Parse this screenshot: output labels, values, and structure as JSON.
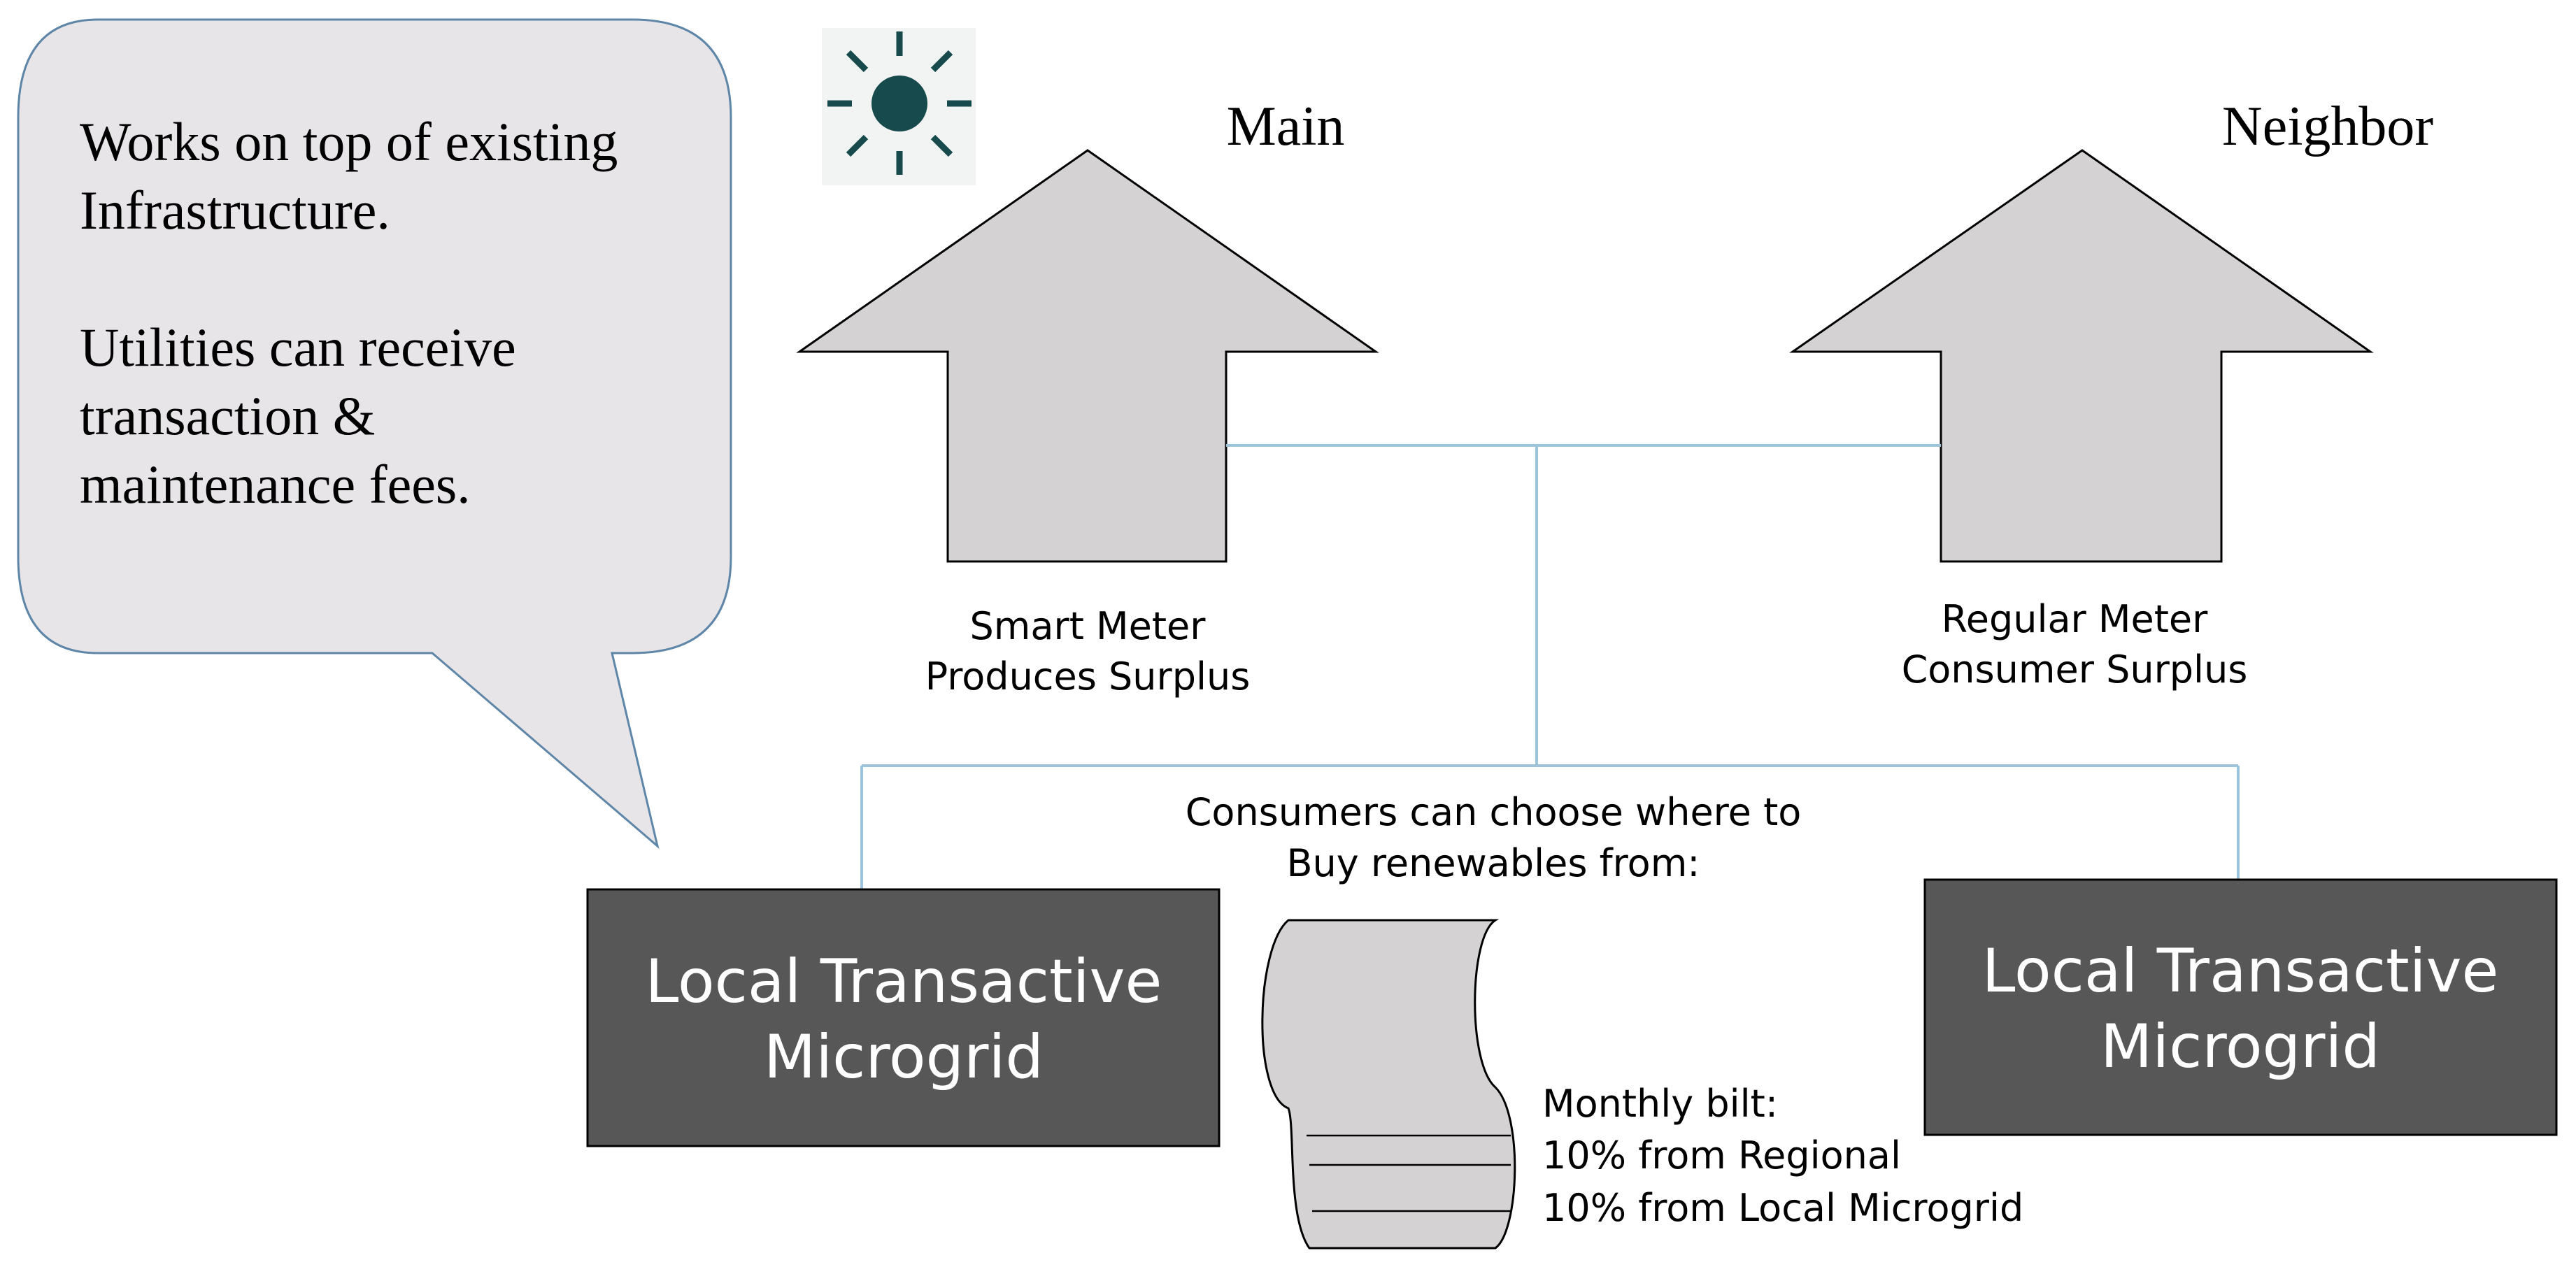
{
  "callout": {
    "line1": "Works on top of existing",
    "line2": "Infrastructure.",
    "line3": "Utilities can receive",
    "line4": "transaction &",
    "line5": "maintenance fees."
  },
  "houses": {
    "main": {
      "title": "Main",
      "caption_line1": "Smart Meter",
      "caption_line2": "Produces Surplus"
    },
    "neighbor": {
      "title": "Neighbor",
      "caption_line1": "Regular Meter",
      "caption_line2": "Consumer Surplus"
    }
  },
  "consumers_note": {
    "line1": "Consumers can choose where to",
    "line2": "Buy renewables from:"
  },
  "microgrids": {
    "left": {
      "line1": "Local Transactive",
      "line2": "Microgrid"
    },
    "right": {
      "line1": "Local Transactive",
      "line2": "Microgrid"
    }
  },
  "bill": {
    "line1": "Monthly bilt:",
    "line2": "10% from Regional",
    "line3": "10% from Local Microgrid"
  },
  "icons": {
    "sun": "sun-icon",
    "bill": "bill-scroll-icon"
  },
  "colors": {
    "callout_fill": "#E8E5E8",
    "callout_stroke": "#5E86A8",
    "house_fill": "#D4D2D3",
    "connector": "#9CC4DA",
    "microgrid_fill": "#575757",
    "sun": "#174A4C"
  }
}
